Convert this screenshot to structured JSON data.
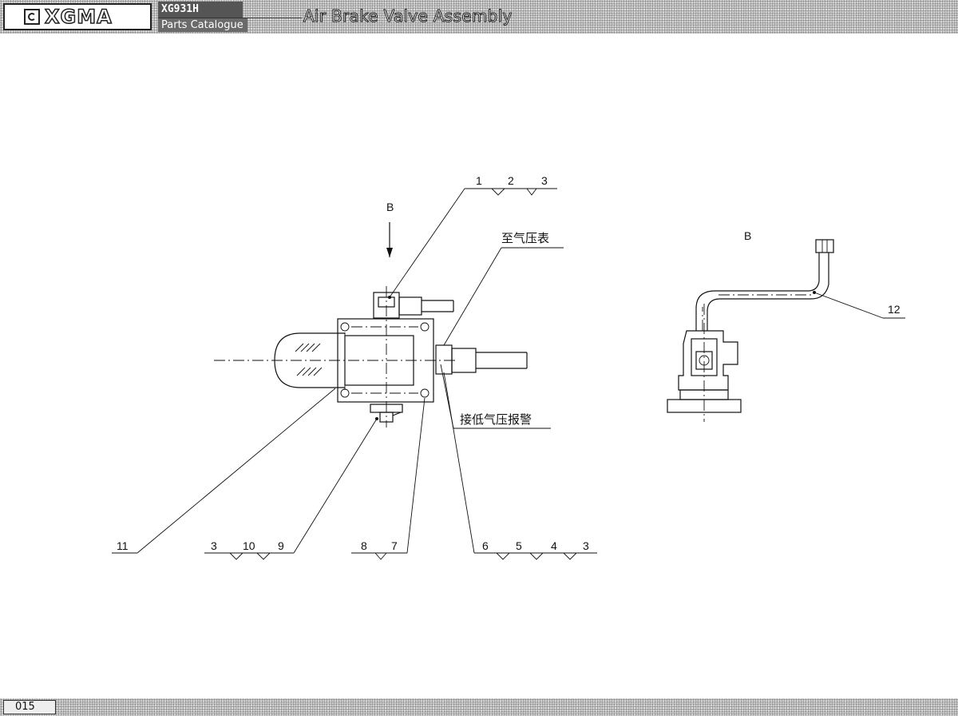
{
  "header": {
    "brand": "XGMA",
    "model": "XG931H",
    "catalogue_label": "Parts Catalogue",
    "title": "Air Brake Valve Assembly",
    "logo_icon": "xgma-logo-icon"
  },
  "footer": {
    "page_number": "015"
  },
  "diagram": {
    "view_label_arrow": "B",
    "view_label_side": "B",
    "note_gauge": "至气压表",
    "note_alarm": "接低气压报警",
    "callouts": {
      "top": [
        "1",
        "2",
        "3"
      ],
      "bottom_left": [
        "11"
      ],
      "bottom_mid": [
        "3",
        "10",
        "9"
      ],
      "bottom_center": [
        "8",
        "7"
      ],
      "bottom_right": [
        "6",
        "5",
        "4",
        "3"
      ],
      "side": [
        "12"
      ]
    }
  }
}
